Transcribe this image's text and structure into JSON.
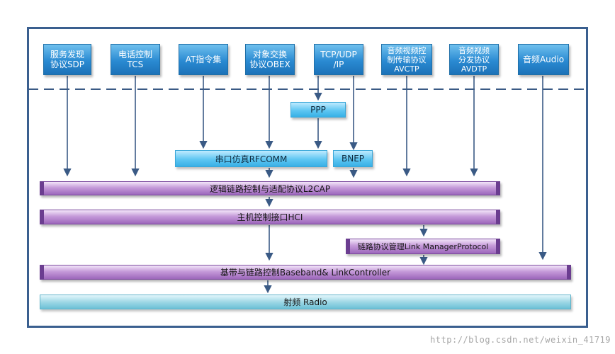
{
  "top_protocols": [
    {
      "id": "sdp",
      "label": "服务发现\n协议SDP"
    },
    {
      "id": "tcs",
      "label": "电话控制\nTCS"
    },
    {
      "id": "at",
      "label": "AT指令集"
    },
    {
      "id": "obex",
      "label": "对象交换\n协议OBEX"
    },
    {
      "id": "tcpip",
      "label": "TCP/UDP\n/IP"
    },
    {
      "id": "avctp",
      "label": "音频视频控\n制传输协议\nAVCTP"
    },
    {
      "id": "avdtp",
      "label": "音频视频\n分发协议\nAVDTP"
    },
    {
      "id": "audio",
      "label": "音频Audio"
    }
  ],
  "ppp": "PPP",
  "rfcomm": "串口仿真RFCOMM",
  "bnep": "BNEP",
  "l2cap": "逻辑链路控制与适配协议L2CAP",
  "hci": "主机控制接口HCI",
  "lmp": "链路协议管理Link  ManagerProtocol",
  "baseband": "基带与链路控制Baseband&  LinkController",
  "radio": "射频  Radio",
  "watermark": "http://blog.csdn.net/weixin_41719",
  "colors": {
    "frame": "#3a5f8f",
    "arrow": "#3a5a85",
    "top_box": "#2a8ad2",
    "cyan_box": "#5ec6f2",
    "purple_bar": "#9c67bb",
    "teal_bar": "#9fd8e6"
  }
}
